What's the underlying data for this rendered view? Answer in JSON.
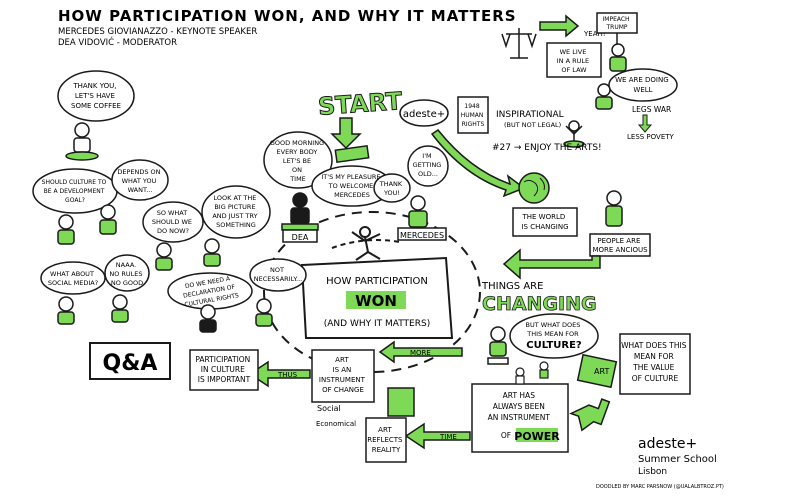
{
  "header": {
    "title": "How Participation Won, and Why It Matters",
    "speaker": "Mercedes Giovianazzo - Keynote Speaker",
    "moderator": "Dea Vidović - Moderator"
  },
  "center": {
    "line1": "How Participation",
    "line2": "Won",
    "line3": "(and Why It Matters)"
  },
  "start": "START",
  "bubbles": {
    "thankyou_coffee": [
      "Thank you,",
      "let's have",
      "some coffee"
    ],
    "culture_goal": [
      "Should culture to",
      "be a development",
      "goal?"
    ],
    "depends": [
      "Depends on",
      "what you",
      "want..."
    ],
    "what_now": [
      "So what",
      "should we",
      "do now?"
    ],
    "big_picture": [
      "Look at the",
      "big picture",
      "and just try",
      "something"
    ],
    "social_media": [
      "What about",
      "social media?"
    ],
    "naaa": [
      "Naaa.",
      "No rules",
      "no good"
    ],
    "declaration": [
      "Do we need a",
      "declaration of",
      "cultural rights"
    ],
    "not_necessarily": [
      "Not",
      "necessarily..."
    ],
    "good_morning": [
      "Good morning",
      "every body",
      "let's be",
      "on",
      "time"
    ],
    "pleasure": [
      "It's my pleasure",
      "to welcome",
      "Mercedes"
    ],
    "getting_old": [
      "I'm",
      "getting",
      "old..."
    ],
    "thank_you": [
      "Thank",
      "you!"
    ],
    "rule_of_law": [
      "We live",
      "in a rule",
      "of law"
    ],
    "doing_well": [
      "We are doing",
      "well"
    ],
    "culture_mean": [
      "But what does",
      "this mean for",
      "Culture?"
    ]
  },
  "labels": {
    "dea": "Dea",
    "mercedes": "Mercedes",
    "qa": "Q&A",
    "adeste_plus": "adeste+",
    "human_rights": [
      "1948",
      "Human",
      "Rights"
    ],
    "inspirational": "Inspirational",
    "but_not_legal": "(but not legal)",
    "enjoy_arts": "#27 → Enjoy the arts!",
    "yeah": "Yeah!",
    "impeach": [
      "Impeach",
      "Trump"
    ],
    "legs_war": "Legs war",
    "less_poverty": "Less povety",
    "world_changing": [
      "The world",
      "is changing"
    ],
    "people_anxious": [
      "People are",
      "more ancious"
    ],
    "things_are": "Things are",
    "changing": "CHANGING",
    "value_culture": [
      "What does this",
      "mean for",
      "the value",
      "of culture"
    ],
    "art_book": "Art",
    "art_power": [
      "Art has",
      "always been",
      "an instrument",
      "of"
    ],
    "power": "Power",
    "time": "Time",
    "art_reflects": [
      "Art",
      "reflects",
      "reality"
    ],
    "art_instrument": [
      "Art",
      "is an",
      "instrument",
      "of change"
    ],
    "more": "More",
    "social": "Social",
    "economical": "Economical",
    "thus": "Thus",
    "participation_important": [
      "Participation",
      "in culture",
      "is important"
    ],
    "adeste_summer": "adeste+",
    "summer_school": "Summer School",
    "lisbon": "Lisbon",
    "doodled": "Doodled by Marc Parsnow (@ualalbtroz.pt)"
  },
  "colors": {
    "accent": "#7ed957",
    "ink": "#1a1a1a",
    "paper": "#ffffff"
  }
}
